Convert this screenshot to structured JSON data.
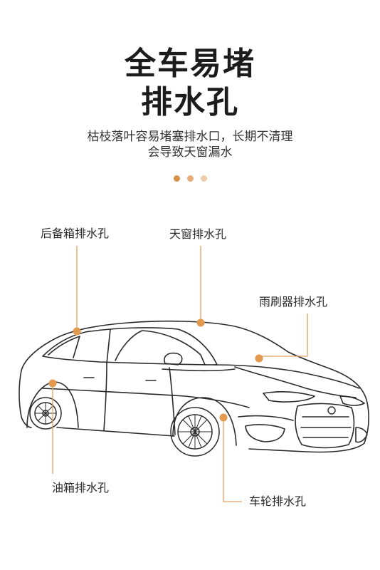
{
  "title": {
    "line1": "全车易堵",
    "line2": "排水孔"
  },
  "subtitle": {
    "line1": "枯枝落叶容易堵塞排水口，长期不清理",
    "line2": "会导致天窗漏水"
  },
  "dots": [
    "#d9904a",
    "#e6ad78",
    "#efcdaa"
  ],
  "labels": {
    "trunk": "后备箱排水孔",
    "sunroof": "天窗排水孔",
    "wiper": "雨刷器排水孔",
    "fuel": "油箱排水孔",
    "wheel": "车轮排水孔"
  },
  "colors": {
    "accent": "#e39a4e",
    "leader": "#e3a062",
    "outline": "#2b2b2b"
  }
}
